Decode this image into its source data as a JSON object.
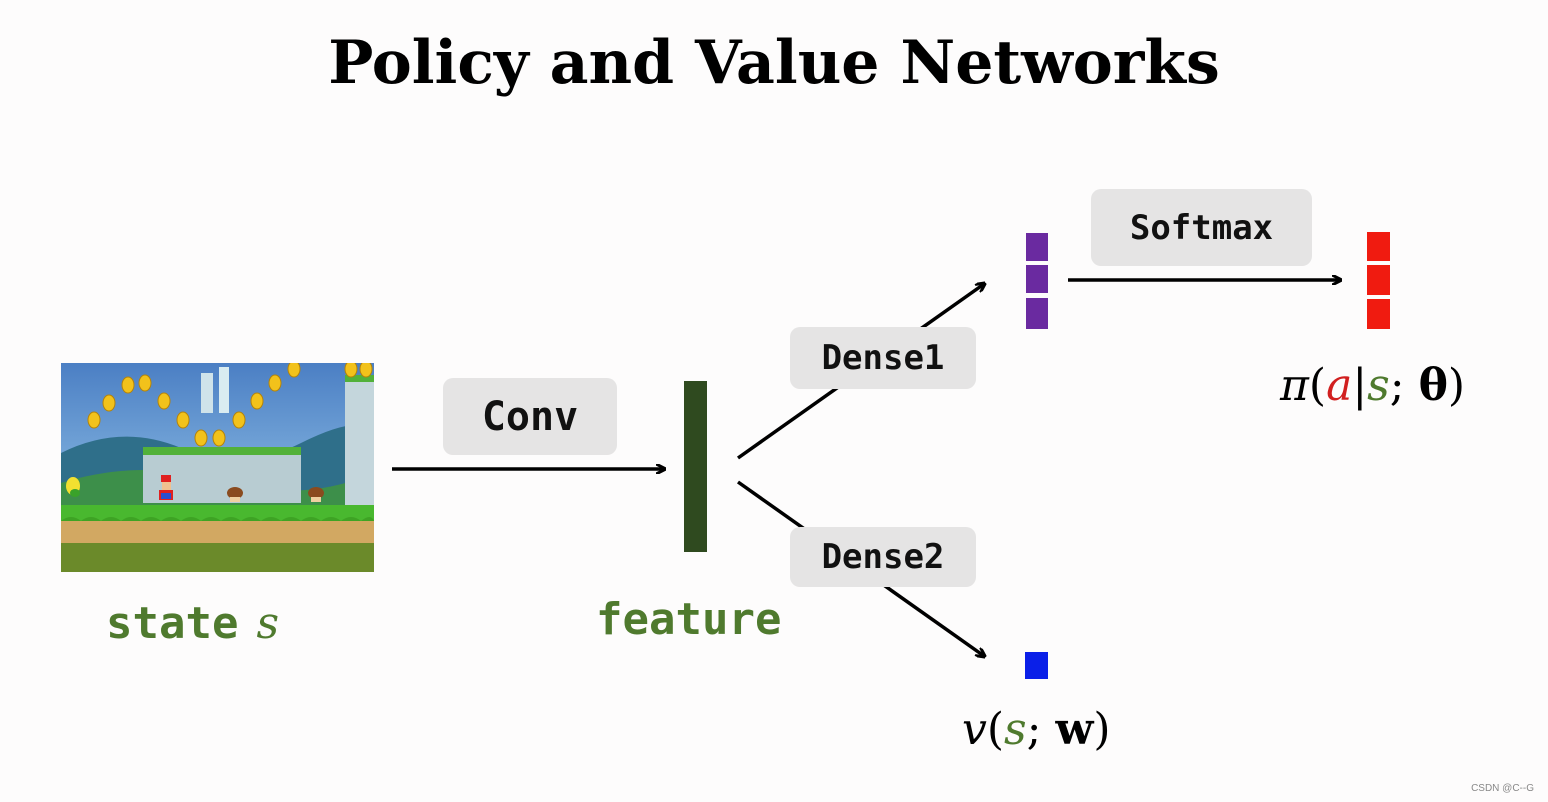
{
  "title": "Policy and Value Networks",
  "nodes": {
    "state_label": "state",
    "state_var": "s",
    "feature_label": "feature"
  },
  "layers": {
    "conv": "Conv",
    "dense1": "Dense1",
    "dense2": "Dense2",
    "softmax": "Softmax"
  },
  "outputs": {
    "policy": {
      "fn": "π",
      "open": "(",
      "action": "a",
      "bar": "|",
      "state": "s",
      "sep": "; ",
      "param": "θ",
      "close": ")"
    },
    "value": {
      "fn": "v",
      "open": "(",
      "state": "s",
      "sep": "; ",
      "param": "w",
      "close": ")"
    }
  },
  "colors": {
    "feature": "#2f4a1f",
    "dense1_output": "#6a2aa0",
    "policy_output": "#f01b10",
    "value_output": "#0a1fe8",
    "caption_green": "#4f7a2e"
  },
  "watermark": "CSDN @C--G"
}
